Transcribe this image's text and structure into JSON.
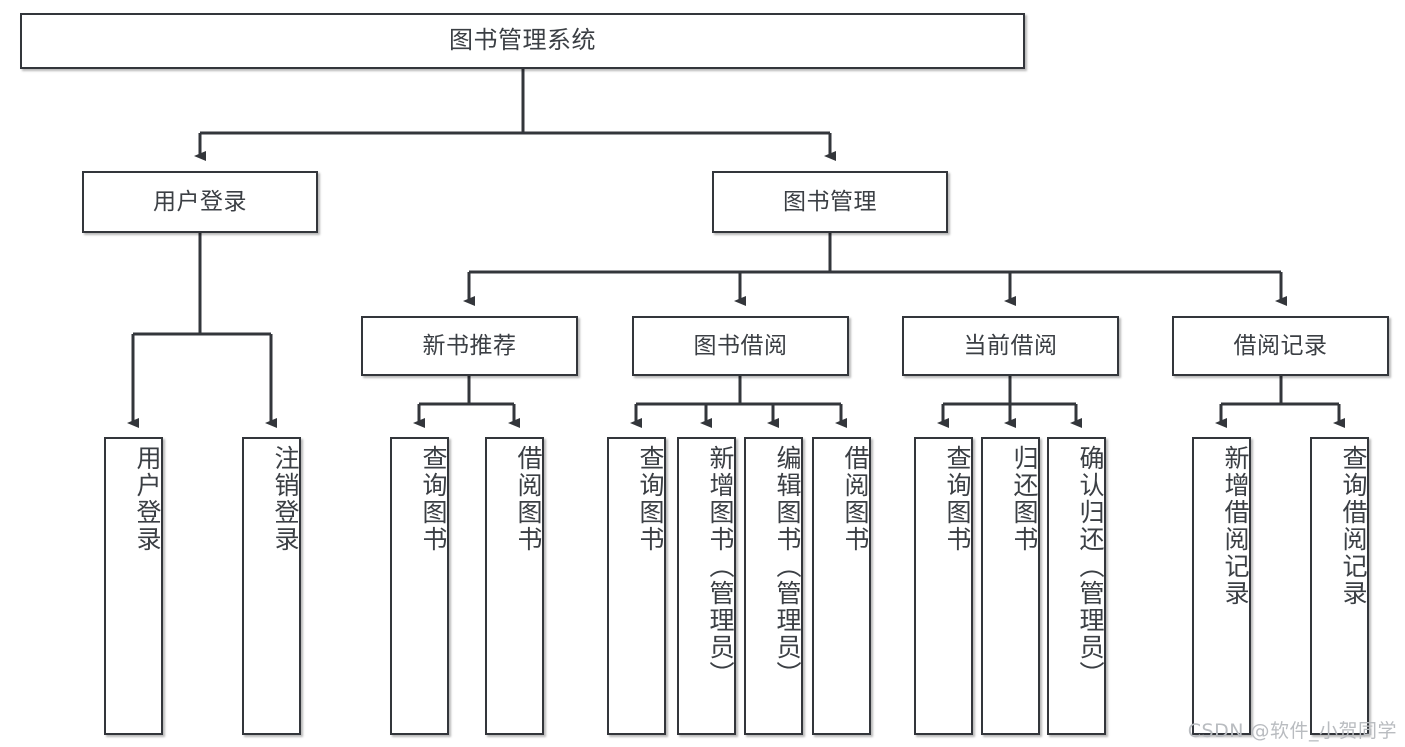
{
  "diagram": {
    "title": "图书管理系统",
    "type": "tree",
    "watermark": "CSDN @软件_小贺同学",
    "colors": {
      "border": "#33363b",
      "text": "#3b3f44",
      "background": "#ffffff",
      "edge": "#33363b",
      "watermark": "#b9bcc0"
    },
    "nodes": {
      "root": {
        "label": "图书管理系统"
      },
      "level2": [
        {
          "label": "用户登录"
        },
        {
          "label": "图书管理"
        }
      ],
      "level3": [
        {
          "label": "新书推荐"
        },
        {
          "label": "图书借阅"
        },
        {
          "label": "当前借阅"
        },
        {
          "label": "借阅记录"
        }
      ],
      "leaves_user_login": [
        {
          "label": "用户登录"
        },
        {
          "label": "注销登录"
        }
      ],
      "leaves_new_book": [
        {
          "label": "查询图书"
        },
        {
          "label": "借阅图书"
        }
      ],
      "leaves_book_borrow": [
        {
          "label": "查询图书"
        },
        {
          "label": "新增图书（管理员）"
        },
        {
          "label": "编辑图书（管理员）"
        },
        {
          "label": "借阅图书"
        }
      ],
      "leaves_current_borrow": [
        {
          "label": "查询图书"
        },
        {
          "label": "归还图书"
        },
        {
          "label": "确认归还（管理员）"
        }
      ],
      "leaves_borrow_record": [
        {
          "label": "新增借阅记录"
        },
        {
          "label": "查询借阅记录"
        }
      ]
    }
  }
}
